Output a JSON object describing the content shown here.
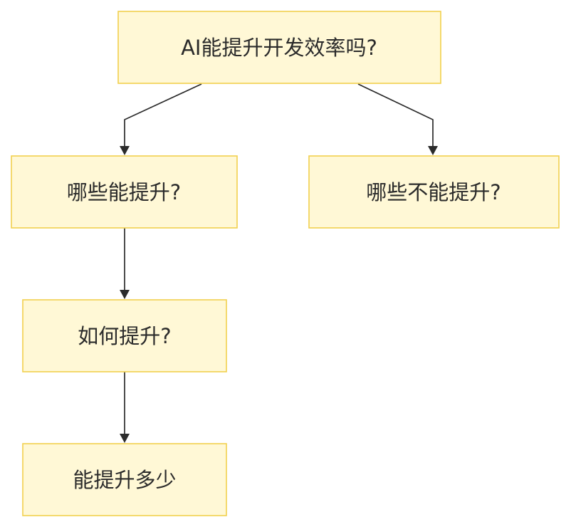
{
  "nodes": {
    "root": {
      "label": "AI能提升开发效率吗?"
    },
    "can_improve": {
      "label": "哪些能提升?"
    },
    "cannot_improve": {
      "label": "哪些不能提升?"
    },
    "how_improve": {
      "label": "如何提升?"
    },
    "how_much": {
      "label": "能提升多少"
    }
  },
  "colors": {
    "node_fill": "#fff8d6",
    "node_border": "#f2d04e",
    "edge": "#2b2b2b",
    "text": "#2b2b2b"
  }
}
